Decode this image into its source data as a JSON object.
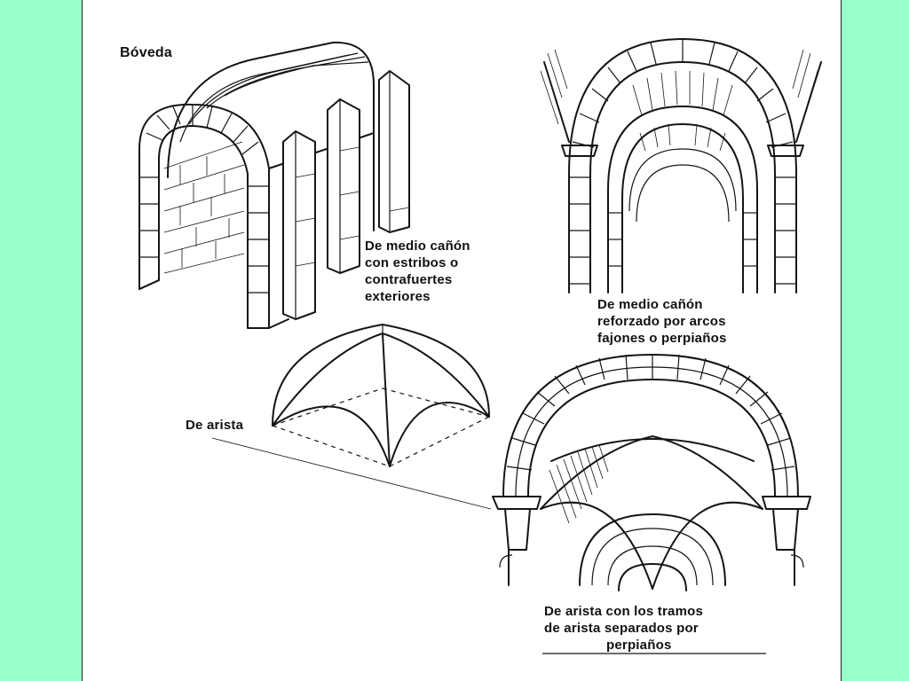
{
  "title": "Bóveda",
  "labels": {
    "barrel_buttress": [
      "De medio cañón",
      "con estribos o",
      "contrafuertes",
      "exteriores"
    ],
    "barrel_transverse": [
      "De medio cañón",
      "reforzado por arcos",
      "fajones o perpiaños"
    ],
    "groin": "De arista",
    "groin_bays": {
      "line1": "De arista con los tramos",
      "line2_prefix": "de arista ",
      "line2_bold": "separados por",
      "line3": "perpiaños"
    }
  },
  "colors": {
    "background": "#99ffcc",
    "page": "#ffffff",
    "ink": "#151515"
  }
}
